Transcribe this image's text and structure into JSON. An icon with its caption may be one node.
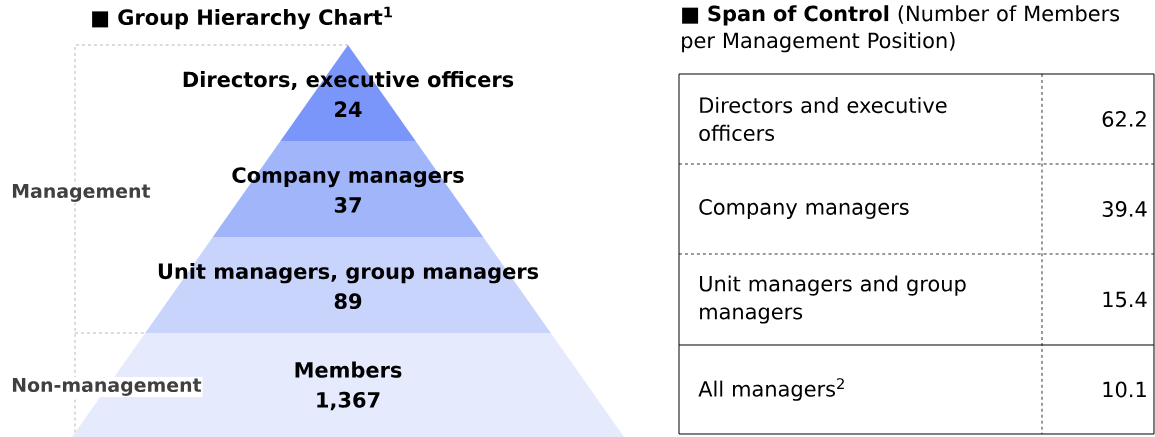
{
  "diagram": {
    "nodes": [
      {
        "text": [
          "Directors, executive officers",
          "24"
        ]
      },
      {
        "text": [
          "Company managers",
          "37"
        ]
      },
      {
        "text": [
          "Unit managers, group managers",
          "89"
        ]
      },
      {
        "text": [
          "Members",
          "1,367"
        ]
      }
    ],
    "labels": [
      "■ Group Hierarchy Chart$^{1}$",
      "Management",
      "Non-management",
      "■ **Span of Control** (Number of Members per Management Position)",
      "Directors and executive officers",
      "62.2",
      "Company managers",
      "39.4",
      "Unit managers and group managers",
      "15.4",
      "All managers$^{2}$",
      "10.1"
    ]
  }
}
